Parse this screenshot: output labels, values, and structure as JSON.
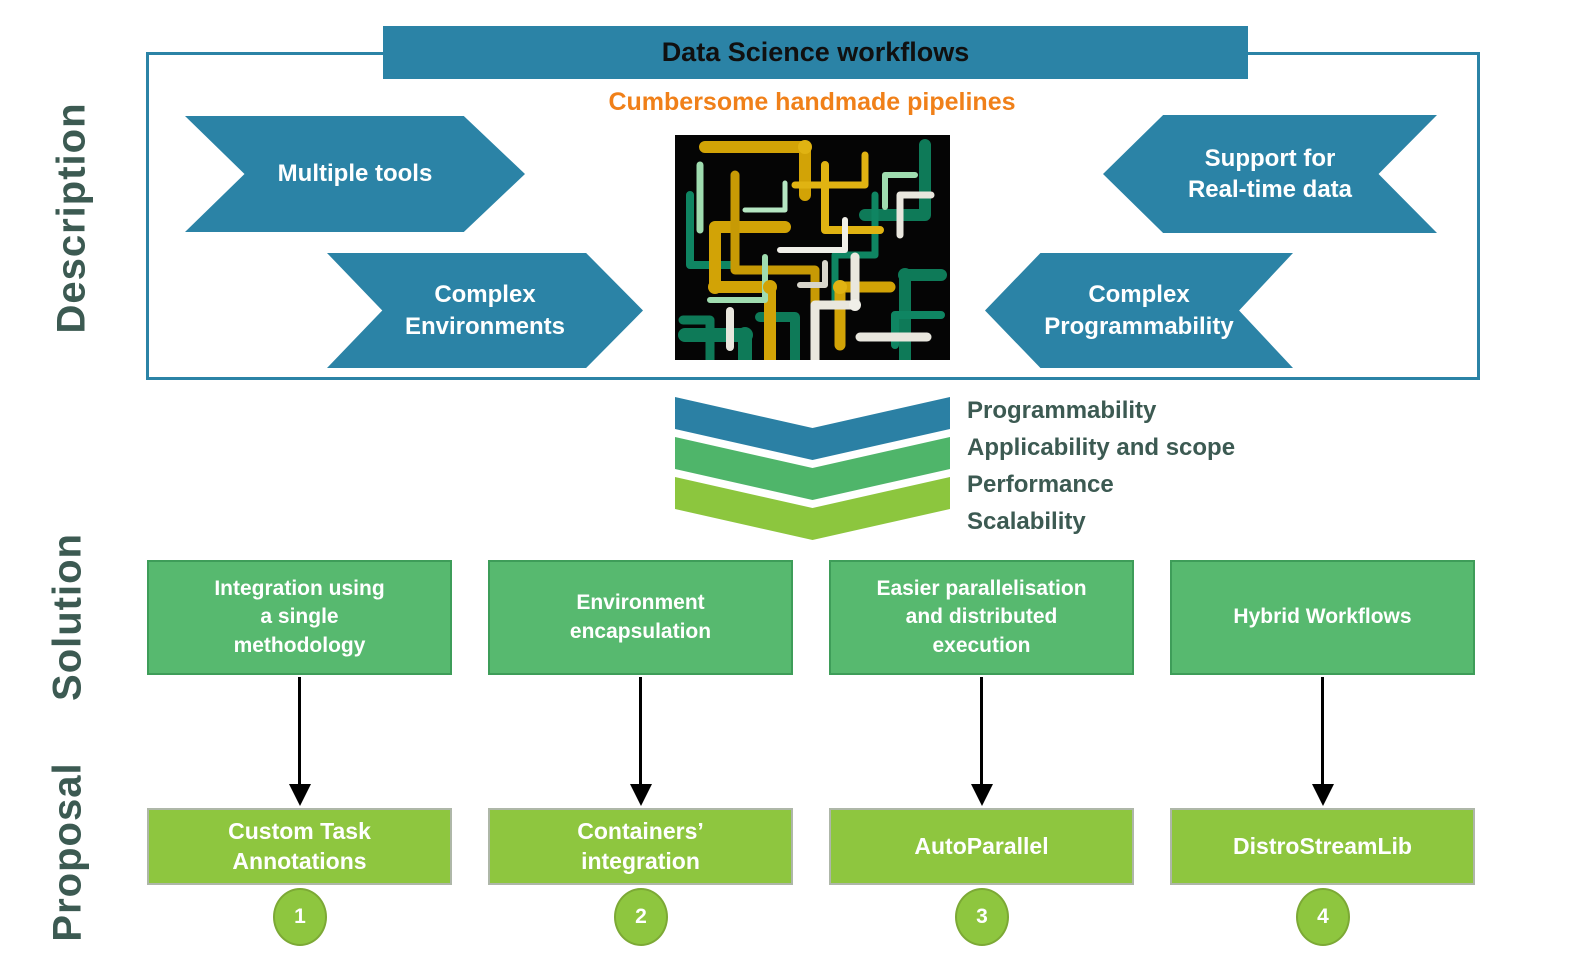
{
  "colors": {
    "blue": "#2B83A6",
    "orange": "#F08019",
    "dark_teal": "#3C5A52",
    "title_text": "#101010",
    "solution_green": "#57B96F",
    "solution_border": "#3E9D59",
    "proposal_green": "#8EC63F",
    "proposal_border": "#AEB7A8",
    "circle_border": "#7CA935",
    "funnel_blue": "#2B80A4",
    "funnel_mid_green": "#4FB56A",
    "funnel_light_green": "#8CC63E"
  },
  "side_labels": {
    "description": "Description",
    "solution": "Solution",
    "proposal": "Proposal"
  },
  "header": {
    "title": "Data Science workflows",
    "subtitle": "Cumbersome handmade pipelines"
  },
  "description": {
    "image": "3d-pipes-maze",
    "arrows": [
      {
        "label": "Multiple tools",
        "direction": "right"
      },
      {
        "label": "Complex\nEnvironments",
        "direction": "right"
      },
      {
        "label": "Support for\nReal-time data",
        "direction": "left"
      },
      {
        "label": "Complex\nProgrammability",
        "direction": "left"
      }
    ]
  },
  "funnel": {
    "items": [
      "Programmability",
      "Applicability and scope",
      "Performance",
      "Scalability"
    ]
  },
  "solution": {
    "boxes": [
      {
        "label": "Integration using\na single\nmethodology"
      },
      {
        "label": "Environment\nencapsulation"
      },
      {
        "label": "Easier parallelisation\nand distributed\nexecution"
      },
      {
        "label": "Hybrid Workflows"
      }
    ]
  },
  "proposal": {
    "boxes": [
      {
        "label": "Custom Task\nAnnotations",
        "number": "1"
      },
      {
        "label": "Containers’\nintegration",
        "number": "2"
      },
      {
        "label": "AutoParallel",
        "number": "3"
      },
      {
        "label": "DistroStreamLib",
        "number": "4"
      }
    ]
  }
}
